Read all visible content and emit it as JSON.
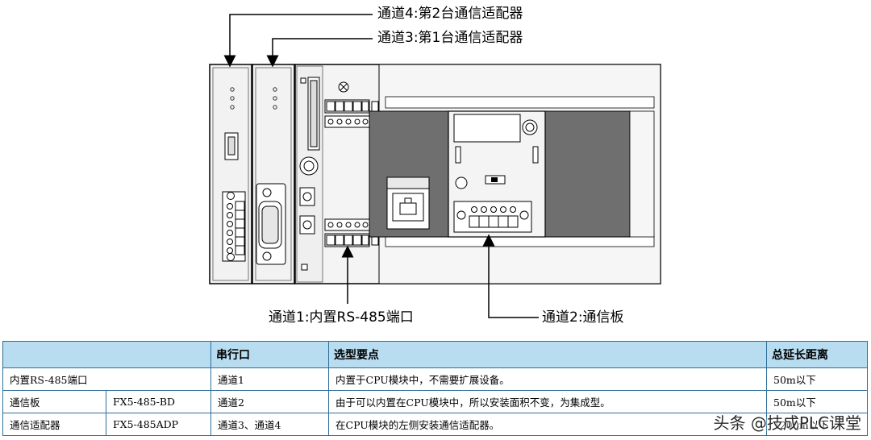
{
  "diagram": {
    "callouts": {
      "ch4": "通道4:第2台通信适配器",
      "ch3": "通道3:第1台通信适配器",
      "ch1": "通道1:内置RS-485端口",
      "ch2": "通道2:通信板"
    }
  },
  "table": {
    "headers": [
      "",
      "",
      "串行口",
      "选型要点",
      "总延长距离"
    ],
    "rows": [
      {
        "name": "内置RS-485端口",
        "model": "",
        "port": "通道1",
        "point": "内置于CPU模块中，不需要扩展设备。",
        "distance": "50m以下"
      },
      {
        "name": "通信板",
        "model": "FX5-485-BD",
        "port": "通道2",
        "point": "由于可以内置在CPU模块中，所以安装面积不变，为集成型。",
        "distance": "50m以下"
      },
      {
        "name": "通信适配器",
        "model": "FX5-485ADP",
        "port": "通道3、通道4",
        "point": "在CPU模块的左侧安装通信适配器。",
        "distance": "1200m以下"
      }
    ]
  },
  "watermark": "头条 @技成PLC课堂",
  "colors": {
    "header_bg": "#b8dcf0",
    "border": "#2e6f9a",
    "board_dark": "#6f6f6f",
    "panel_light": "#f2f2f2"
  }
}
